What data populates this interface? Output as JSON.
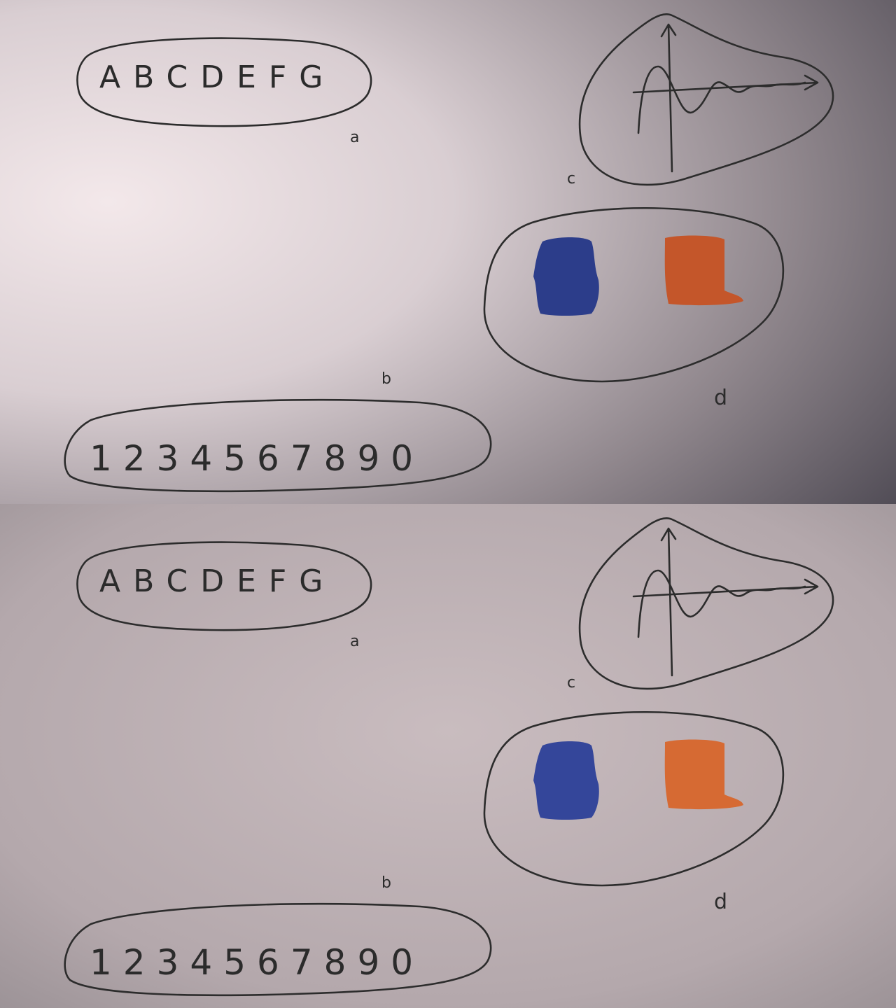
{
  "photos": [
    {
      "id": "top",
      "letters": "ABCDEFG",
      "label_a": "a",
      "label_b": "b",
      "label_c": "c",
      "label_d": "d",
      "digits": "1234567890",
      "swatches": {
        "blue": "#2c3d8a",
        "orange": "#c4562a"
      }
    },
    {
      "id": "bottom",
      "letters": "ABCDEFG",
      "label_a": "a",
      "label_b": "b",
      "label_c": "c",
      "label_d": "d",
      "digits": "1234567890",
      "swatches": {
        "blue": "#34469a",
        "orange": "#d66a33"
      }
    }
  ],
  "colors": {
    "ink": "#2c2c2c"
  }
}
